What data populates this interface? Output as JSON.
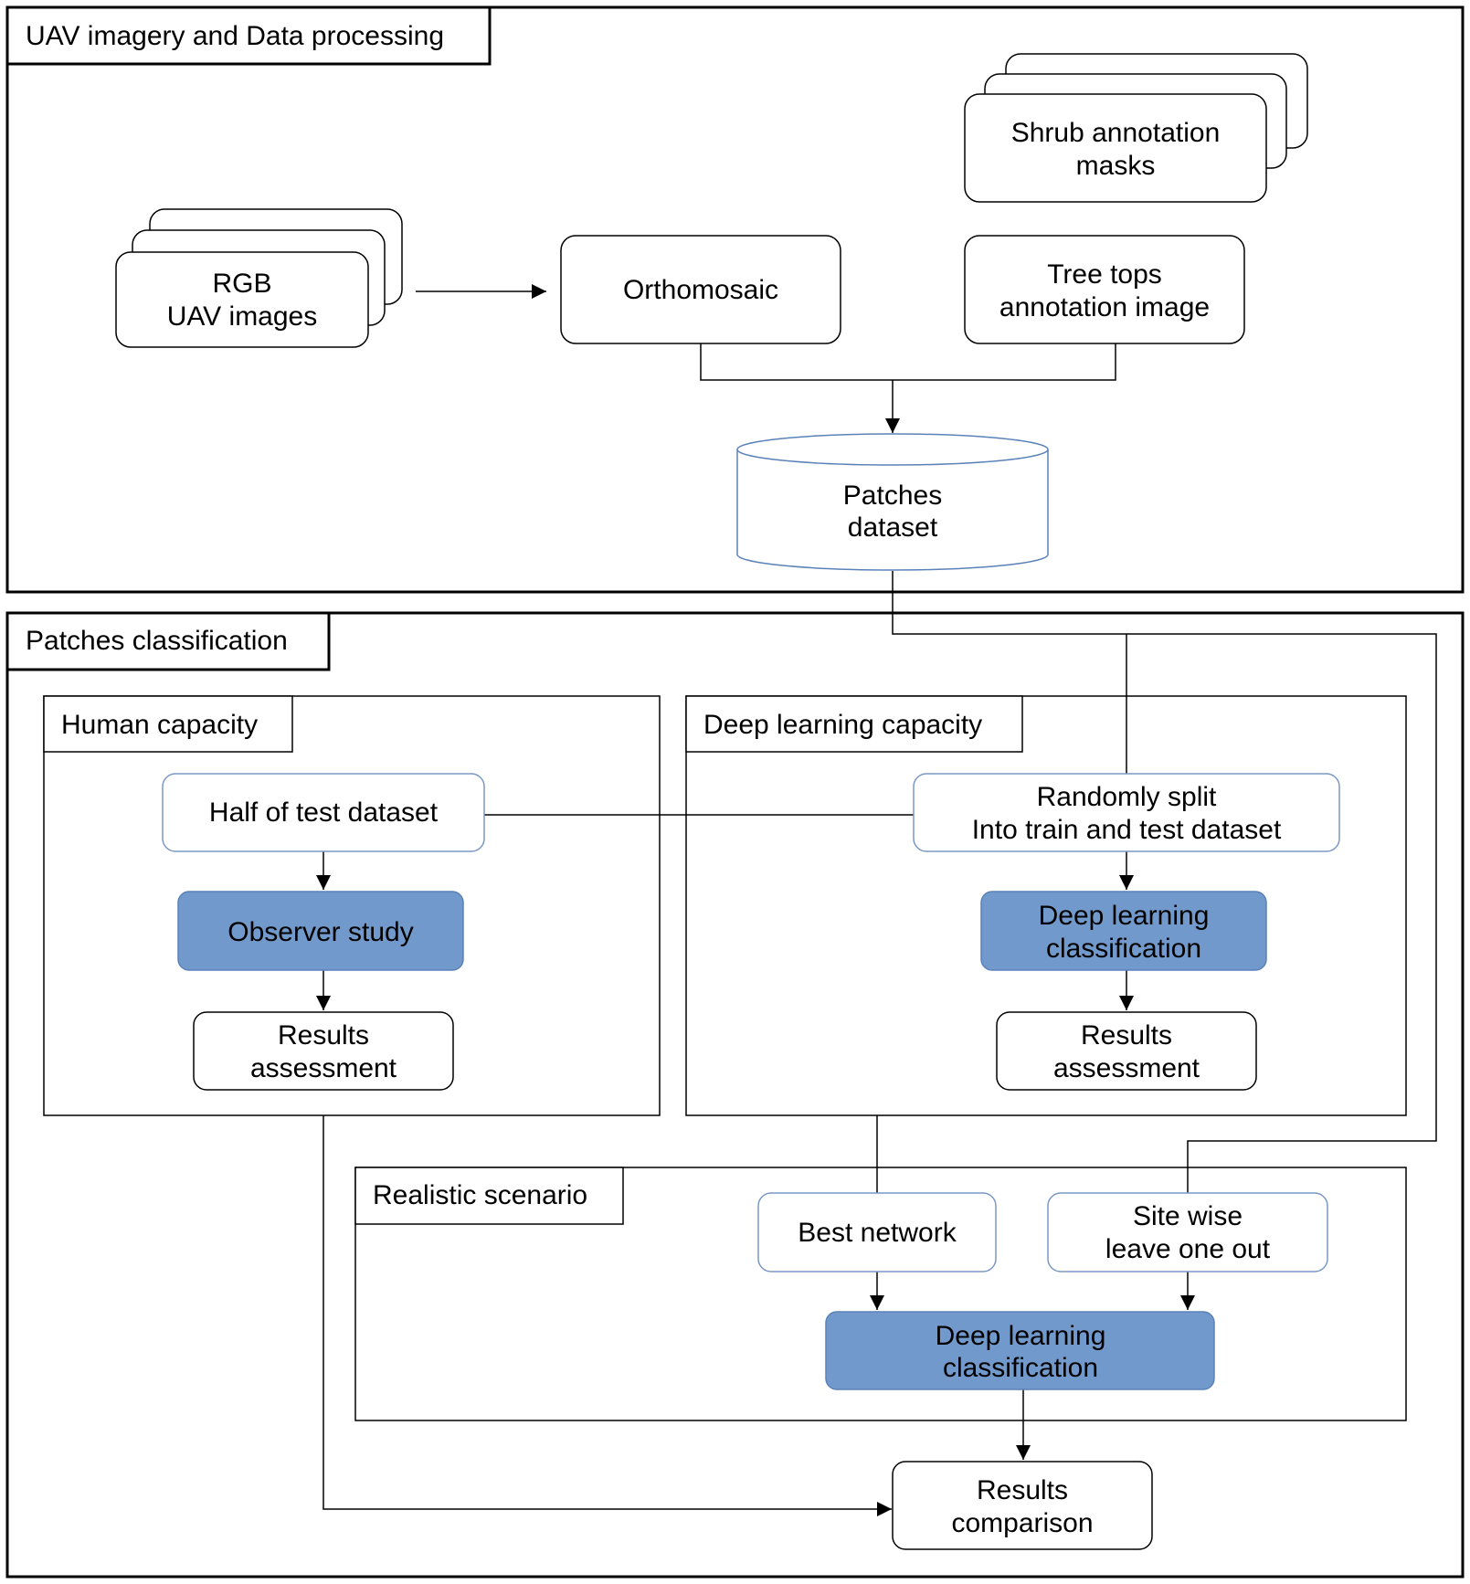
{
  "sections": {
    "uav": "UAV imagery and Data processing",
    "patches": "Patches classification",
    "human": "Human capacity",
    "deep": "Deep learning capacity",
    "realistic": "Realistic scenario"
  },
  "nodes": {
    "rgb": [
      "RGB",
      "UAV images"
    ],
    "ortho": [
      "Orthomosaic"
    ],
    "shrub": [
      "Shrub annotation",
      "masks"
    ],
    "treetops": [
      "Tree tops",
      "annotation image"
    ],
    "patches_dataset": [
      "Patches",
      "dataset"
    ],
    "half_test": [
      "Half of test dataset"
    ],
    "observer": [
      "Observer study"
    ],
    "results_h": [
      "Results",
      "assessment"
    ],
    "split": [
      "Randomly split",
      "Into train and test dataset"
    ],
    "dl_class": [
      "Deep learning",
      "classification"
    ],
    "results_d": [
      "Results",
      "assessment"
    ],
    "best_network": [
      "Best network"
    ],
    "site_wise": [
      "Site wise",
      "leave one out"
    ],
    "dl_class2": [
      "Deep learning",
      "classification"
    ],
    "results_comp": [
      "Results",
      "comparison"
    ]
  },
  "colors": {
    "highlight_fill": "#7299cc",
    "highlight_stroke": "#5b82b8",
    "light_stroke": "#7a98c4",
    "line": "#000000"
  }
}
